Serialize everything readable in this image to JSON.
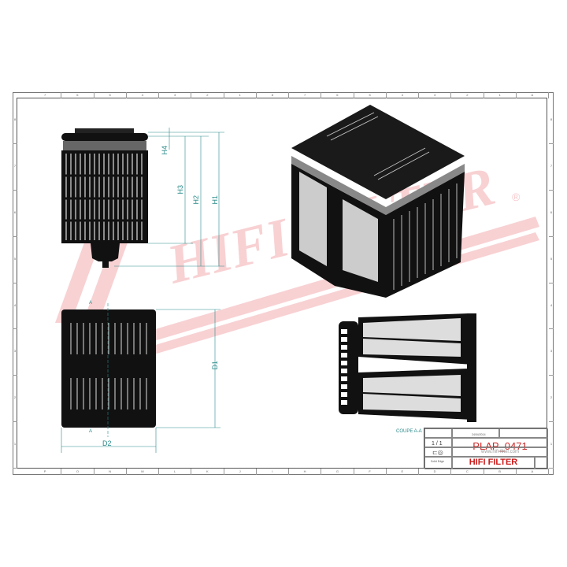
{
  "drawing": {
    "reference": "PLAP_0471",
    "brand": "HIFI FILTER",
    "website": "www.hifi-filter.com",
    "scale": "1 / 1",
    "solid_edge_label": "Solid Edge",
    "date": "24/04/2014",
    "section_label": "COUPE A-A",
    "watermark_text": "HIFI FILTER",
    "colors": {
      "brand_red": "#cc1a1a",
      "dimension_teal": "#2a8a8a",
      "watermark_pink": "#f7c9cc"
    }
  },
  "dimensions": {
    "side_view": [
      "H4",
      "H3",
      "H2",
      "H1"
    ],
    "top_view": [
      "D1",
      "D2"
    ],
    "section_marker": "A"
  },
  "rulers": {
    "top": [
      "7",
      "6",
      "5",
      "4",
      "3",
      "2",
      "1",
      "8",
      "7",
      "6",
      "5",
      "4",
      "3",
      "2",
      "1",
      "A"
    ],
    "bottom": [
      "P",
      "O",
      "N",
      "M",
      "L",
      "K",
      "J",
      "I",
      "H",
      "G",
      "F",
      "E",
      "D",
      "C",
      "B",
      "A"
    ],
    "left": [
      "8",
      "7",
      "6",
      "5",
      "4",
      "3",
      "2",
      "1"
    ],
    "right": [
      "8",
      "7",
      "6",
      "5",
      "4",
      "3",
      "2",
      "1"
    ]
  }
}
